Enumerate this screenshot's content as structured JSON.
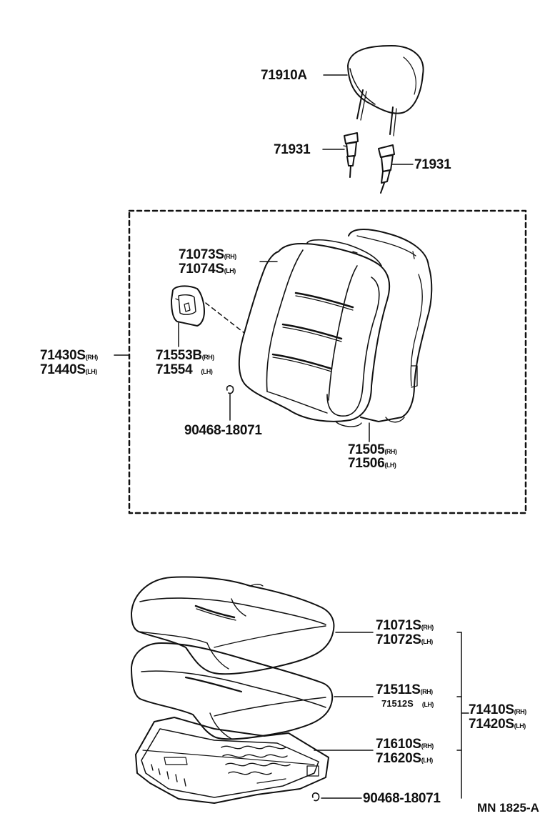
{
  "diagram": {
    "code": "MN 1825-A",
    "parts": {
      "headrest": "71910A",
      "guide_left": "71931",
      "guide_right": "71931",
      "back_cover_rh": "71073S",
      "back_cover_lh": "71074S",
      "back_assy_rh": "71430S",
      "back_assy_lh": "71440S",
      "cover_plate_rh": "71553B",
      "cover_plate_lh": "71554",
      "back_clip": "90468-18071",
      "back_pad_rh": "71505",
      "back_pad_lh": "71506",
      "cushion_cover_rh": "71071S",
      "cushion_cover_lh": "71072S",
      "cushion_pad_rh": "71511S",
      "cushion_pad_lh": "71512S",
      "cushion_assy_rh": "71410S",
      "cushion_assy_lh": "71420S",
      "cushion_spring_rh": "71610S",
      "cushion_spring_lh": "71620S",
      "cushion_clip": "90468-18071"
    },
    "side": {
      "rh": "(RH)",
      "lh": "(LH)"
    }
  },
  "colors": {
    "ink": "#111111",
    "paper": "#ffffff"
  }
}
